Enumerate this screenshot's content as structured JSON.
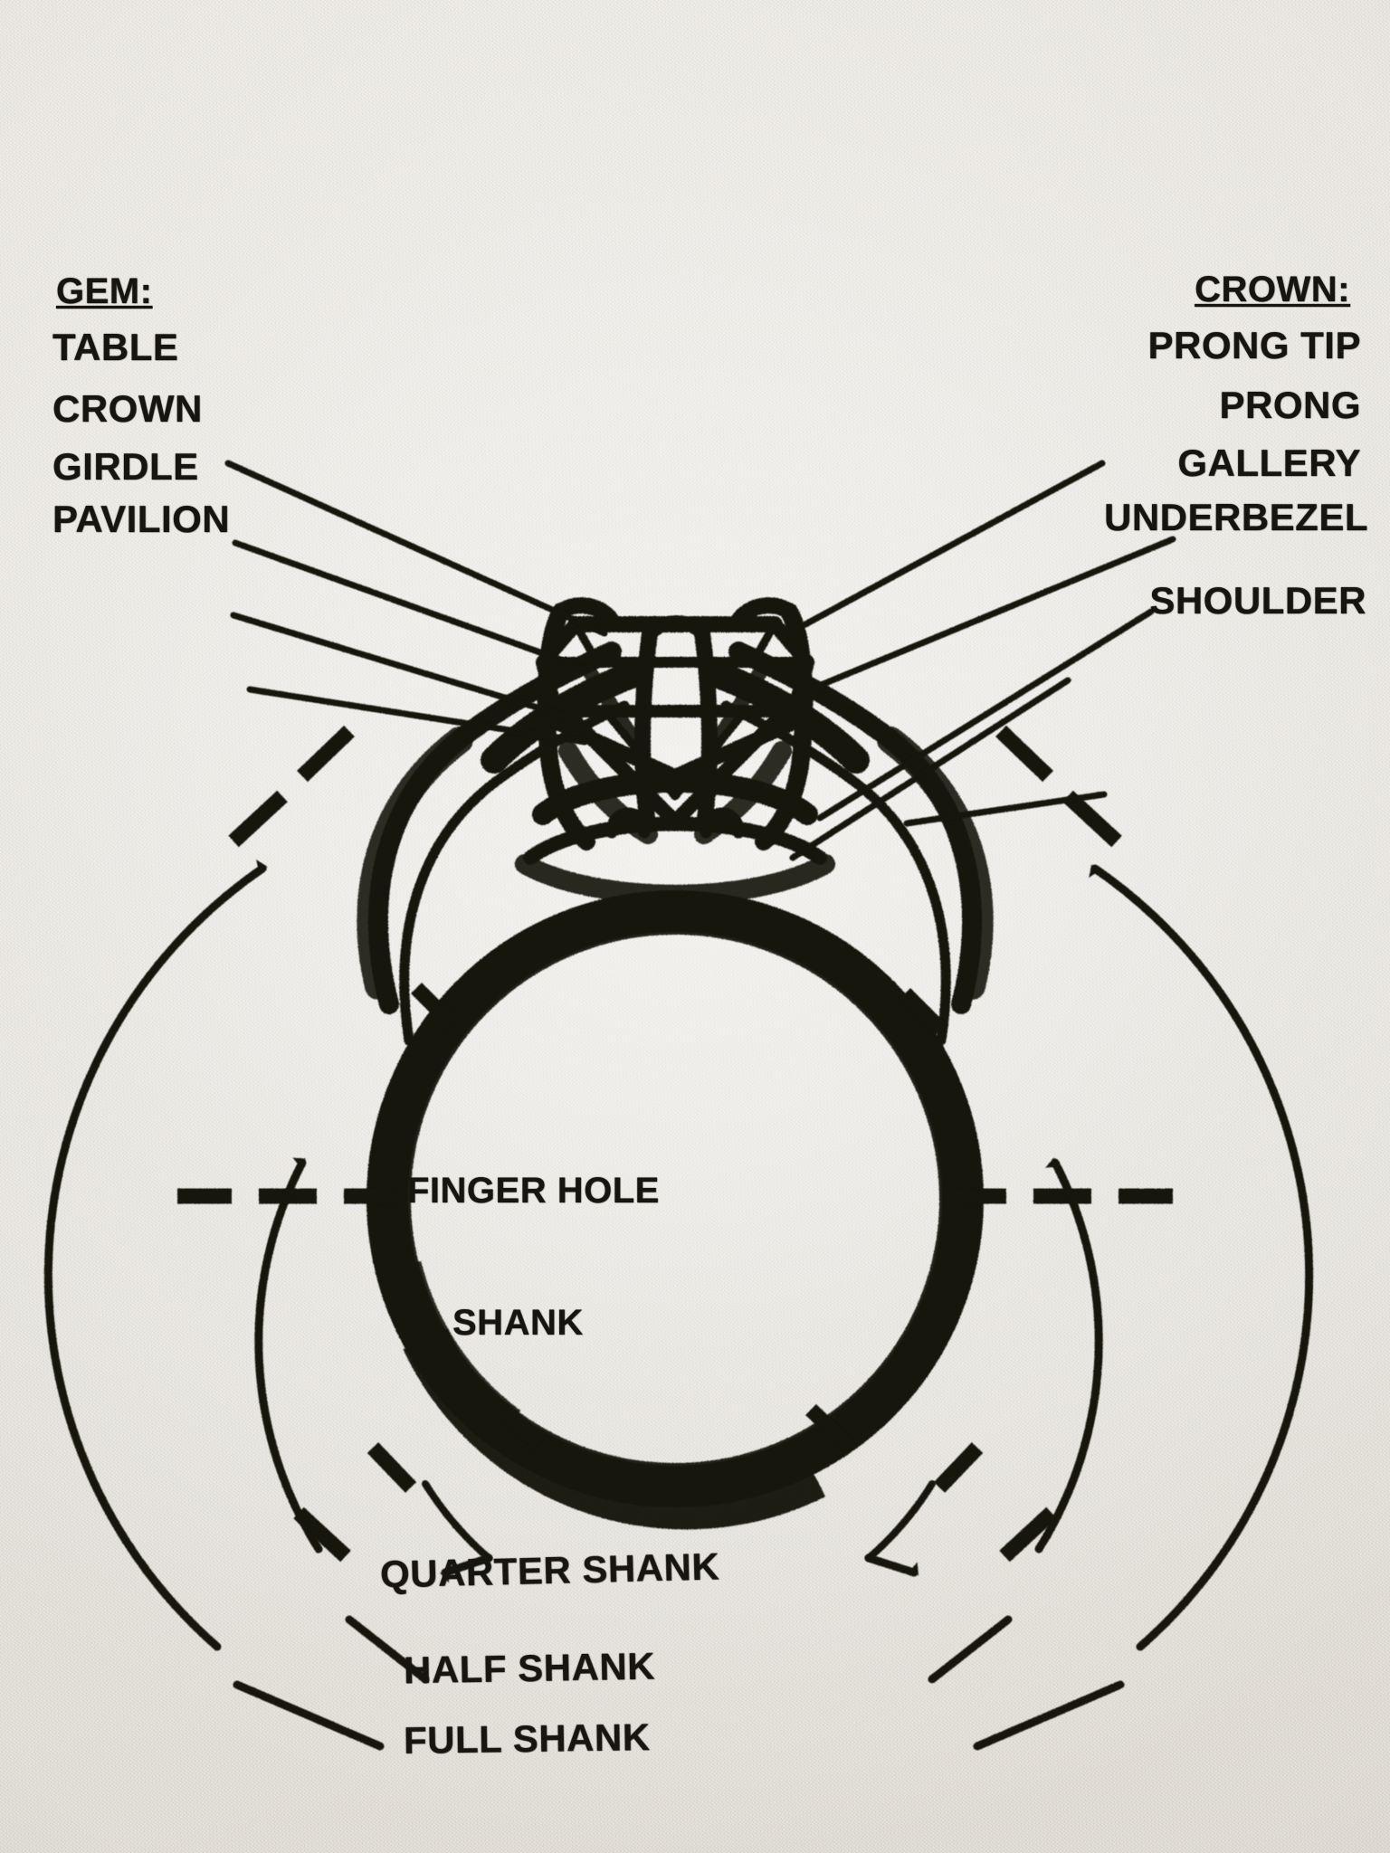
{
  "diagram": {
    "title": "Ring Anatomy Diagram",
    "sections": {
      "gem": {
        "heading": "GEM:"
      },
      "crown": {
        "heading": "CROWN:"
      }
    },
    "left_labels": [
      {
        "name": "table",
        "text": "TABLE"
      },
      {
        "name": "crown",
        "text": "CROWN"
      },
      {
        "name": "girdle",
        "text": "GIRDLE"
      },
      {
        "name": "pavilion",
        "text": "PAVILION"
      }
    ],
    "right_labels": [
      {
        "name": "prong-tip",
        "text": "PRONG TIP"
      },
      {
        "name": "prong",
        "text": "PRONG"
      },
      {
        "name": "gallery",
        "text": "GALLERY"
      },
      {
        "name": "underbezel",
        "text": "UNDERBEZEL"
      },
      {
        "name": "shoulder",
        "text": "SHOULDER"
      }
    ],
    "center_labels": [
      {
        "name": "finger-hole",
        "text": "FINGER HOLE"
      },
      {
        "name": "shank",
        "text": "SHANK"
      }
    ],
    "measure_labels": [
      {
        "name": "quarter-shank",
        "text": "QUARTER SHANK"
      },
      {
        "name": "half-shank",
        "text": "HALF SHANK"
      },
      {
        "name": "full-shank",
        "text": "FULL SHANK"
      }
    ],
    "colors": {
      "ink": "#17150f",
      "paper": "#e9e7e1"
    }
  }
}
